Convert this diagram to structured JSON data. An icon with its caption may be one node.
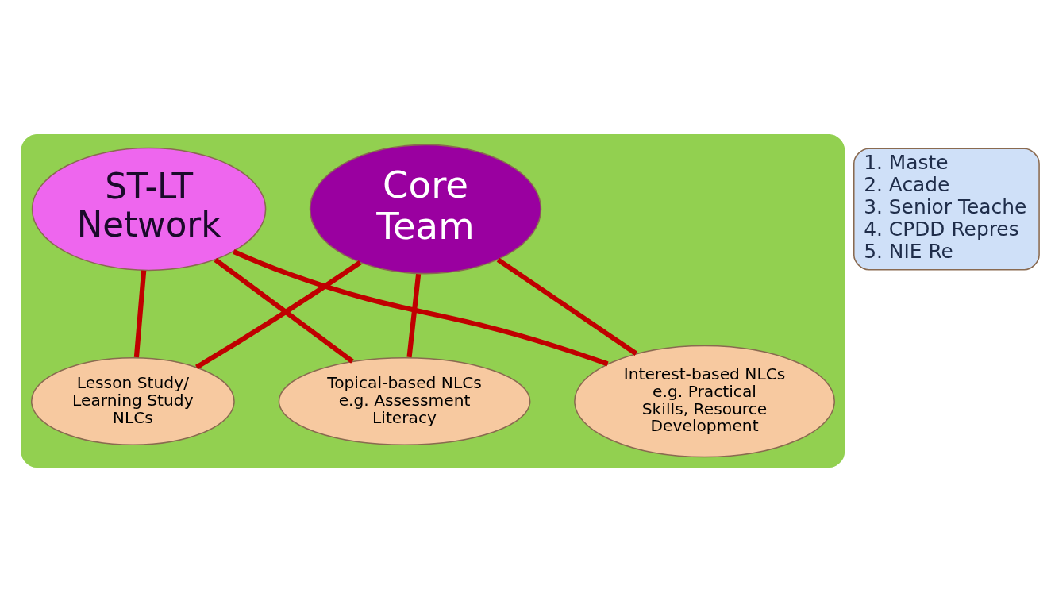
{
  "diagram": {
    "nodes": [
      {
        "text": [],
        "shape": "ellipse"
      },
      {
        "text": [
          "Core Team"
        ],
        "in": 0
      },
      {
        "text": [
          "ST-LT Network"
        ],
        "in": 0
      },
      {
        "text": [
          "Lesson Study/ Learning Study NLCs"
        ],
        "in": 0
      },
      {
        "text": [
          "Topical-based NLCs e.g. Assessment Literacy"
        ],
        "in": 0
      },
      {
        "text": [
          "Interest-based NLCs e.g. Practical Skills, Resource Development"
        ],
        "in": 0
      },
      {
        "text": [
          "1. Maste",
          "2. Acade",
          "3. Senior Teache",
          "4. CPDD Repres",
          "5. NIE Re"
        ]
      }
    ],
    "edges": [
      {
        "from": 3,
        "to": 1,
        "arrow": "none",
        "color": "#c00000"
      },
      {
        "from": 3,
        "to": 2,
        "arrow": "none",
        "color": "#c00000"
      },
      {
        "from": 4,
        "to": 1,
        "arrow": "none",
        "color": "#c00000"
      },
      {
        "from": 4,
        "to": 2,
        "arrow": "none",
        "color": "#c00000"
      },
      {
        "from": 5,
        "to": 1,
        "arrow": "none",
        "color": "#c00000"
      },
      {
        "from": 5,
        "to": 2,
        "arrow": "none",
        "color": "#c00000"
      }
    ]
  }
}
